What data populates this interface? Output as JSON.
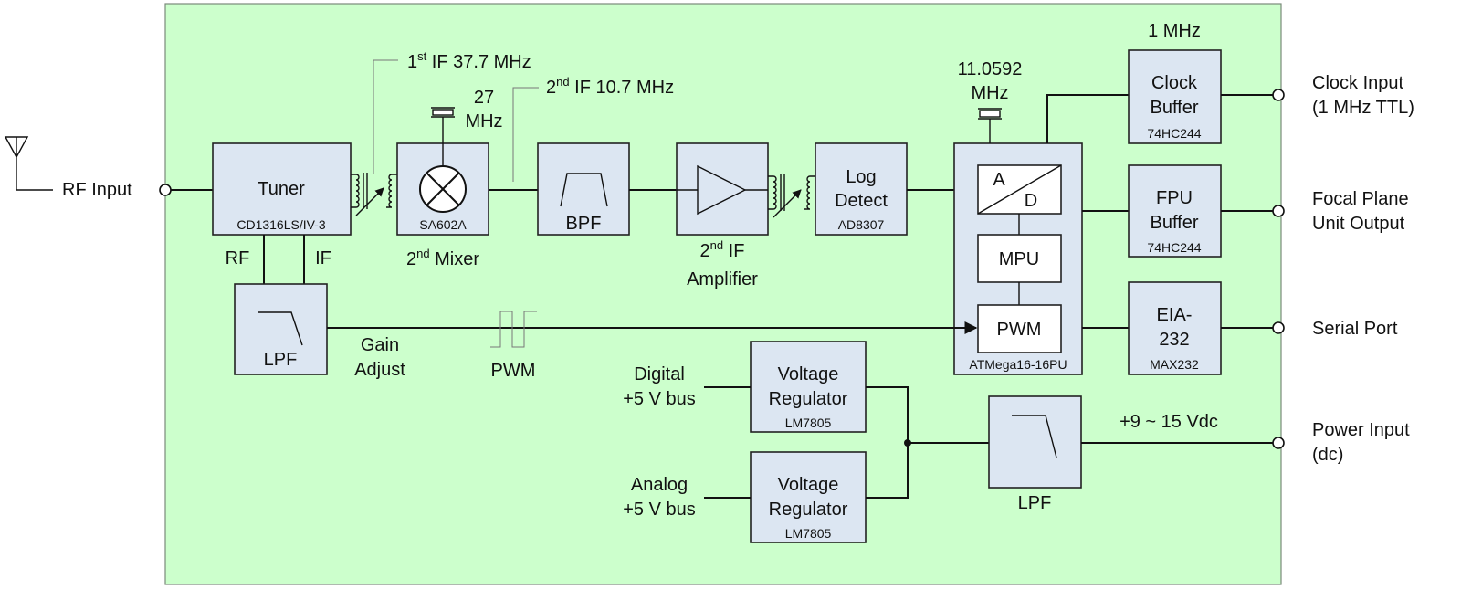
{
  "blocks": {
    "tuner": {
      "name": "Tuner",
      "part": "CD1316LS/IV-3",
      "rf_label": "RF",
      "if_label": "IF"
    },
    "mixer": {
      "part": "SA602A",
      "label_base": "2",
      "label_sup": "nd",
      "label_rest": " Mixer",
      "osc_line1": "27",
      "osc_line2": "MHz"
    },
    "bpf": {
      "name": "BPF"
    },
    "if_amp": {
      "label_base": "2",
      "label_sup": "nd",
      "label_rest": " IF",
      "label_line2": "Amplifier"
    },
    "log_detect": {
      "line1": "Log",
      "line2": "Detect",
      "part": "AD8307"
    },
    "mcu": {
      "part": "ATMega16-16PU",
      "adc_a": "A",
      "adc_d": "D",
      "mpu": "MPU",
      "pwm": "PWM",
      "osc_line1": "11.0592",
      "osc_line2": "MHz"
    },
    "clock_buffer": {
      "line1": "Clock",
      "line2": "Buffer",
      "part": "74HC244",
      "freq": "1 MHz"
    },
    "fpu_buffer": {
      "line1": "FPU",
      "line2": "Buffer",
      "part": "74HC244"
    },
    "eia232": {
      "line1": "EIA-",
      "line2": "232",
      "part": "MAX232"
    },
    "lpf_gain": {
      "name": "LPF"
    },
    "lpf_power": {
      "name": "LPF"
    },
    "vreg_digital": {
      "line1": "Voltage",
      "line2": "Regulator",
      "part": "LM7805"
    },
    "vreg_analog": {
      "line1": "Voltage",
      "line2": "Regulator",
      "part": "LM7805"
    }
  },
  "signals": {
    "rf_input": "RF Input",
    "first_if": {
      "base": "1",
      "sup": "st",
      "rest": " IF 37.7 MHz"
    },
    "second_if": {
      "base": "2",
      "sup": "nd",
      "rest": " IF 10.7 MHz"
    },
    "gain_adjust_line1": "Gain",
    "gain_adjust_line2": "Adjust",
    "pwm": "PWM",
    "digital_bus_line1": "Digital",
    "digital_bus_line2": "+5 V bus",
    "analog_bus_line1": "Analog",
    "analog_bus_line2": "+5 V bus",
    "supply": "+9 ~ 15 Vdc"
  },
  "ports": {
    "clock_input_line1": "Clock Input",
    "clock_input_line2": "(1 MHz TTL)",
    "fpu_output_line1": "Focal Plane",
    "fpu_output_line2": "Unit Output",
    "serial_port": "Serial Port",
    "power_input_line1": "Power Input",
    "power_input_line2": "(dc)"
  }
}
